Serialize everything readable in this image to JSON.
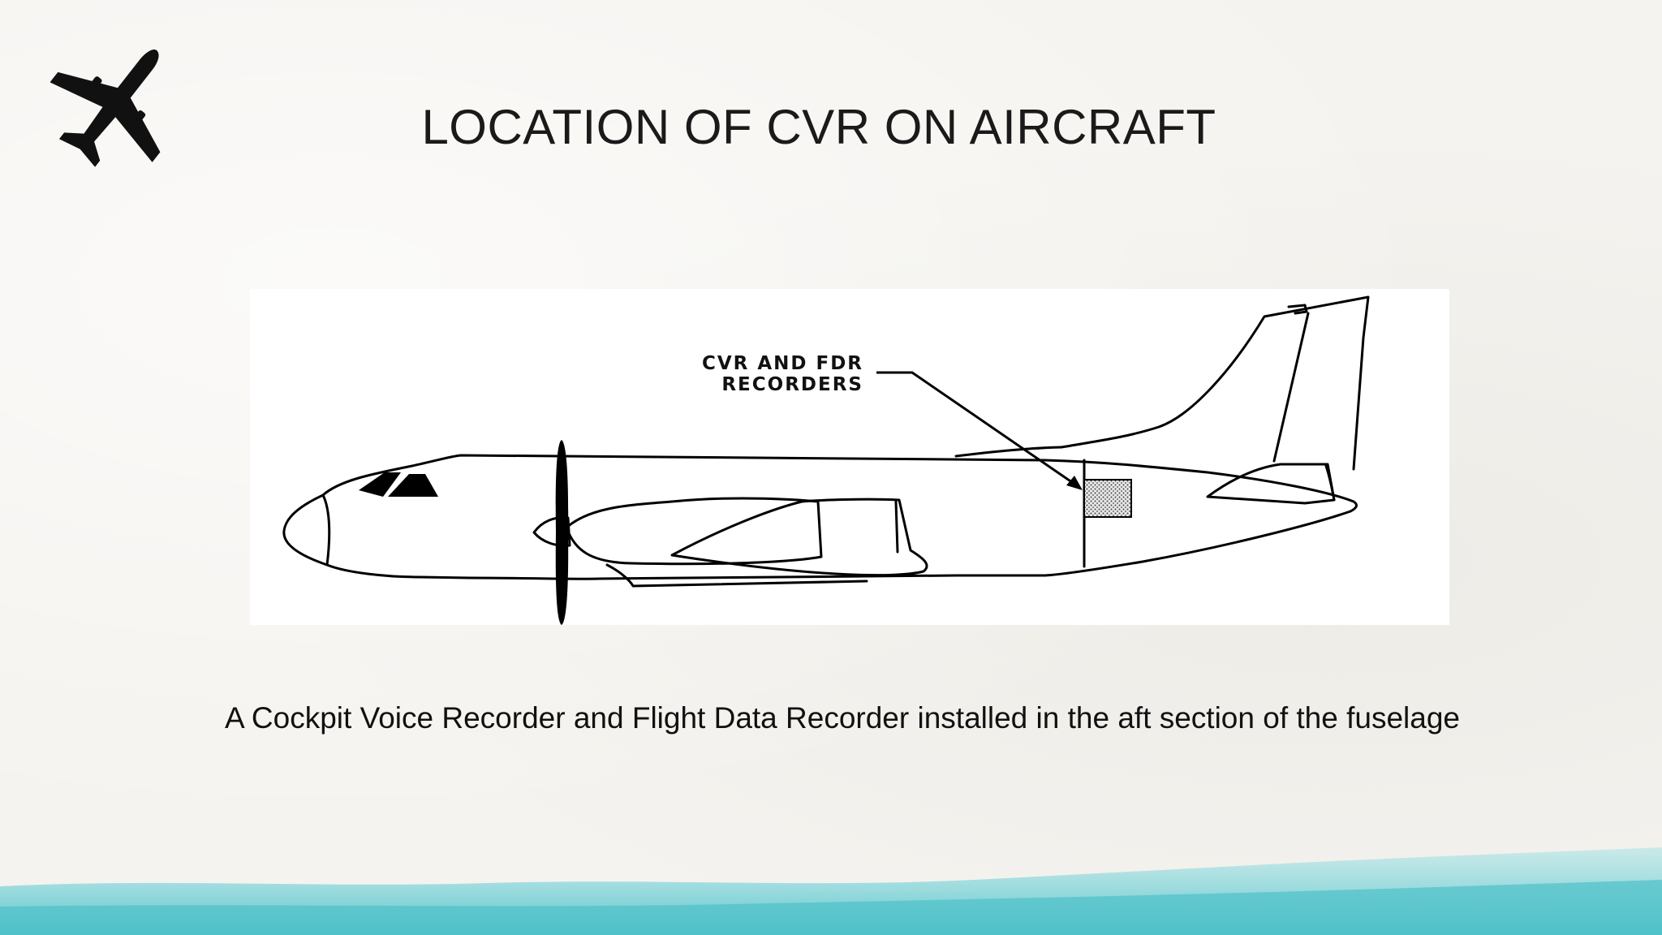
{
  "slide": {
    "title": "LOCATION OF CVR ON AIRCRAFT",
    "caption": "A Cockpit Voice Recorder and Flight Data Recorder installed in the aft section of the fuselage"
  },
  "diagram": {
    "callout_line_1": "CVR AND FDR",
    "callout_line_2": "RECORDERS"
  },
  "icons": {
    "logo": "airplane-icon"
  },
  "colors": {
    "background": "#f5f3ef",
    "text": "#111111",
    "wave": "#5ec9cf"
  }
}
